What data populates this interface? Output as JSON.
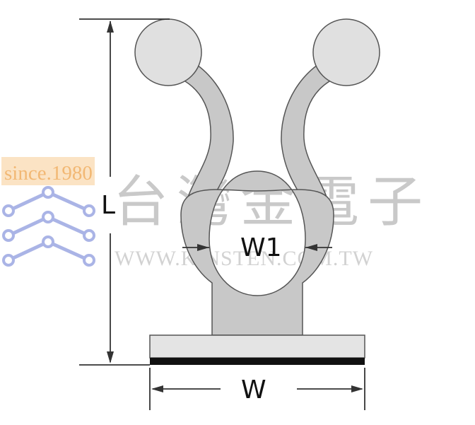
{
  "diagram": {
    "labels": {
      "length": "L",
      "inner_width": "W1",
      "base_width": "W"
    },
    "watermark": {
      "since_text": "since.1980",
      "brand_text": "台灣金電子",
      "url_text": "WWW.KINSTEN.COM.TW",
      "logo_color": "#aab4e6",
      "badge_color": "#fbe3c4"
    },
    "colors": {
      "body_fill": "#c8c8c8",
      "ball_fill": "#e0e0e0",
      "base_fill": "#e4e4e4",
      "adhesive": "#111111",
      "outline": "#555555"
    }
  }
}
